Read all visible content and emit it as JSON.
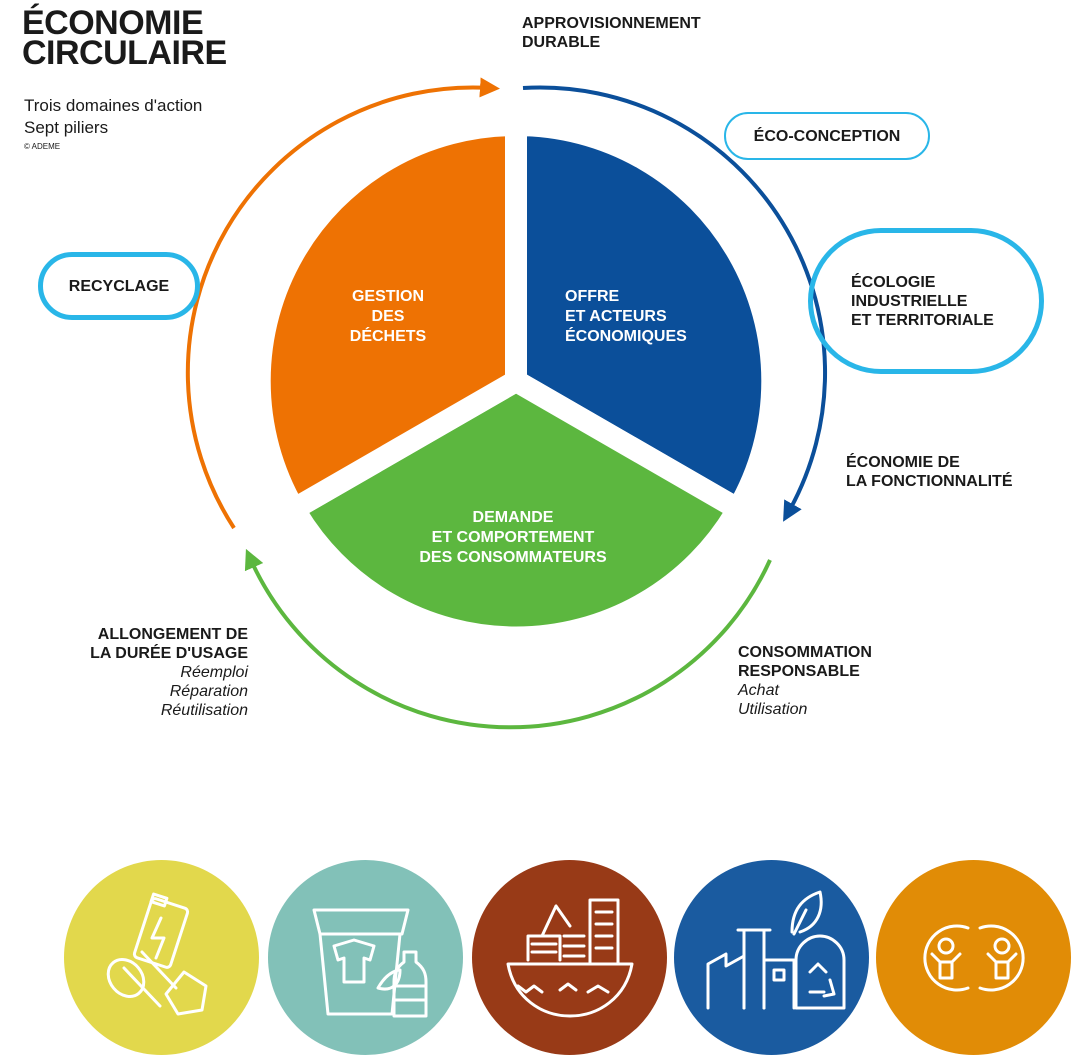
{
  "header": {
    "title_line1": "ÉCONOMIE",
    "title_line2": "CIRCULAIRE",
    "subtitle_line1": "Trois domaines d'action",
    "subtitle_line2": "Sept piliers",
    "credit": "© ADEME"
  },
  "sectors": {
    "waste": {
      "line1": "GESTION",
      "line2": "DES",
      "line3": "DÉCHETS",
      "color": "#ee7203"
    },
    "offer": {
      "line1": "OFFRE",
      "line2": "ET ACTEURS",
      "line3": "ÉCONOMIQUES",
      "color": "#0b4f9a"
    },
    "demand": {
      "line1": "DEMANDE",
      "line2": "ET COMPORTEMENT",
      "line3": "DES CONSOMMATEURS",
      "color": "#5cb73f"
    }
  },
  "pillars": {
    "approvisionnement": {
      "line1": "APPROVISIONNEMENT",
      "line2": "DURABLE"
    },
    "eco_conception": {
      "label": "ÉCO-CONCEPTION"
    },
    "ecologie": {
      "line1": "ÉCOLOGIE",
      "line2": "INDUSTRIELLE",
      "line3": "ET TERRITORIALE"
    },
    "fonctionnalite": {
      "line1": "ÉCONOMIE DE",
      "line2": "LA FONCTIONNALITÉ"
    },
    "consommation": {
      "line1": "CONSOMMATION",
      "line2": "RESPONSABLE",
      "sub1": "Achat",
      "sub2": "Utilisation"
    },
    "allongement": {
      "line1": "ALLONGEMENT DE",
      "line2": "LA DURÉE D'USAGE",
      "sub1": "Réemploi",
      "sub2": "Réparation",
      "sub3": "Réutilisation"
    },
    "recyclage": {
      "label": "RECYCLAGE"
    }
  },
  "highlight_color": "#29b6e8",
  "icons": [
    {
      "name": "battery-waste-icon",
      "color": "#e2d84c"
    },
    {
      "name": "trash-bottle-icon",
      "color": "#82c1b8"
    },
    {
      "name": "industrial-port-icon",
      "color": "#983a17"
    },
    {
      "name": "factory-recycling-icon",
      "color": "#1a5ba0"
    },
    {
      "name": "people-exchange-icon",
      "color": "#e18c06"
    }
  ]
}
